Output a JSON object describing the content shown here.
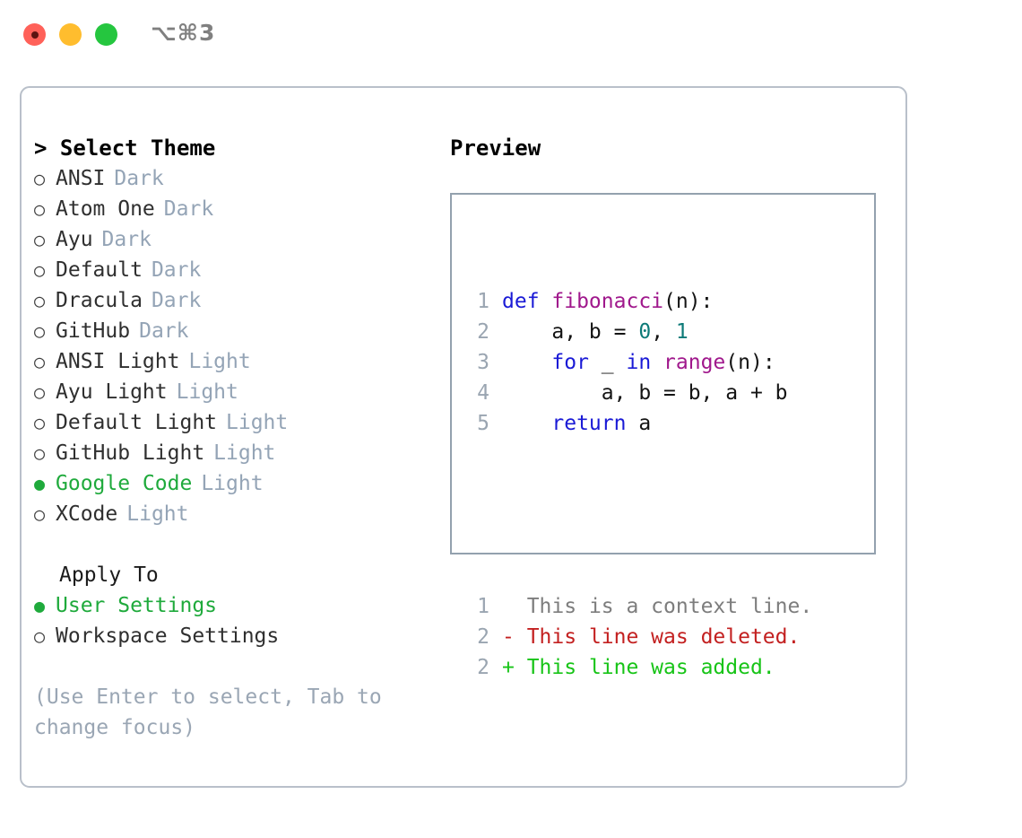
{
  "titlebar": {
    "shortcut": "⌥⌘3",
    "buttons": [
      "close",
      "minimize",
      "maximize"
    ]
  },
  "theme_panel": {
    "title": "> Select Theme",
    "items": [
      {
        "label": "ANSI",
        "tag": "Dark",
        "selected": false
      },
      {
        "label": "Atom One",
        "tag": "Dark",
        "selected": false
      },
      {
        "label": "Ayu",
        "tag": "Dark",
        "selected": false
      },
      {
        "label": "Default",
        "tag": "Dark",
        "selected": false
      },
      {
        "label": "Dracula",
        "tag": "Dark",
        "selected": false
      },
      {
        "label": "GitHub",
        "tag": "Dark",
        "selected": false
      },
      {
        "label": "ANSI Light",
        "tag": "Light",
        "selected": false
      },
      {
        "label": "Ayu Light",
        "tag": "Light",
        "selected": false
      },
      {
        "label": "Default Light",
        "tag": "Light",
        "selected": false
      },
      {
        "label": "GitHub Light",
        "tag": "Light",
        "selected": false
      },
      {
        "label": "Google Code",
        "tag": "Light",
        "selected": true
      },
      {
        "label": "XCode",
        "tag": "Light",
        "selected": false
      }
    ]
  },
  "apply_to": {
    "title": "Apply To",
    "options": [
      {
        "label": "User Settings",
        "selected": true
      },
      {
        "label": "Workspace Settings",
        "selected": false
      }
    ]
  },
  "hint": "(Use Enter to select, Tab to change focus)",
  "preview": {
    "title": "Preview",
    "code_lines": [
      {
        "n": "1",
        "tokens": [
          {
            "t": "def ",
            "c": "kw"
          },
          {
            "t": "fibonacci",
            "c": "fn"
          },
          {
            "t": "(n):",
            "c": "plain"
          }
        ]
      },
      {
        "n": "2",
        "tokens": [
          {
            "t": "    a, b = ",
            "c": "plain"
          },
          {
            "t": "0",
            "c": "num"
          },
          {
            "t": ", ",
            "c": "plain"
          },
          {
            "t": "1",
            "c": "num"
          }
        ]
      },
      {
        "n": "3",
        "tokens": [
          {
            "t": "    ",
            "c": "plain"
          },
          {
            "t": "for",
            "c": "kw"
          },
          {
            "t": " _ ",
            "c": "plain"
          },
          {
            "t": "in",
            "c": "kw"
          },
          {
            "t": " ",
            "c": "plain"
          },
          {
            "t": "range",
            "c": "fn"
          },
          {
            "t": "(n):",
            "c": "plain"
          }
        ]
      },
      {
        "n": "4",
        "tokens": [
          {
            "t": "        a, b = b, a + b",
            "c": "plain"
          }
        ]
      },
      {
        "n": "5",
        "tokens": [
          {
            "t": "    ",
            "c": "plain"
          },
          {
            "t": "return",
            "c": "kw"
          },
          {
            "t": " a",
            "c": "plain"
          }
        ]
      }
    ],
    "diff_lines": [
      {
        "n": "1",
        "marker": " ",
        "text": " This is a context line.",
        "kind": "ctx"
      },
      {
        "n": "2",
        "marker": "-",
        "text": " This line was deleted.",
        "kind": "del"
      },
      {
        "n": "2",
        "marker": "+",
        "text": " This line was added.",
        "kind": "add"
      }
    ]
  },
  "glyphs": {
    "radio_empty": "○",
    "radio_filled": "●"
  },
  "colors": {
    "accent_green": "#1faa3c",
    "tag_gray": "#94a4b6",
    "hint_gray": "#9aa6b4",
    "border_window": "#b9c0ca",
    "border_preview": "#93a1ae",
    "keyword_blue": "#1a1ad6",
    "function_magenta": "#a0188c",
    "number_teal": "#0d7a78",
    "diff_delete": "#c32020",
    "diff_add": "#17c417",
    "diff_context": "#7d7d7d",
    "line_number": "#9aa5b1"
  }
}
